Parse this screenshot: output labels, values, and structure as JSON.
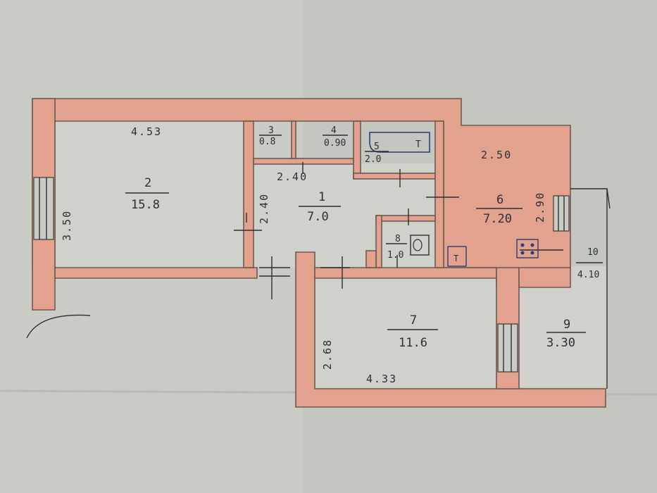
{
  "plan": {
    "dims": {
      "top_left": "4.53",
      "room2_height": "3.50",
      "hall_width": "2.40",
      "hall_height": "2.40",
      "kitchen_width": "2.50",
      "kitchen_height": "2.90",
      "room7_height": "2.68",
      "room7_width": "4.33"
    },
    "rooms": [
      {
        "id": "1",
        "area": "7.0"
      },
      {
        "id": "2",
        "area": "15.8"
      },
      {
        "id": "3",
        "area": "0.8"
      },
      {
        "id": "4",
        "area": "0.90"
      },
      {
        "id": "5",
        "area": "2.0"
      },
      {
        "id": "6",
        "area": "7.20"
      },
      {
        "id": "7",
        "area": "11.6"
      },
      {
        "id": "8",
        "area": "1.0"
      },
      {
        "id": "9",
        "area": "3.30"
      },
      {
        "id": "10",
        "area": "4.10"
      }
    ],
    "symbols": {
      "bath_mark": "T",
      "boiler_mark": "T"
    }
  }
}
